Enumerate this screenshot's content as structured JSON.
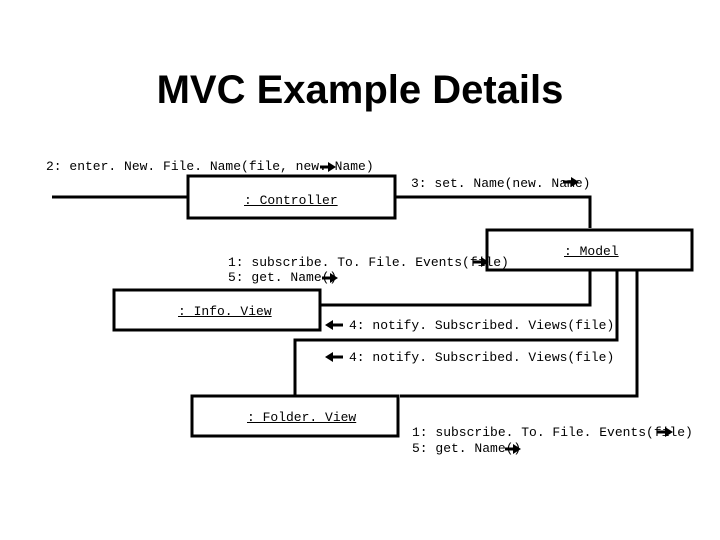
{
  "title": "MVC Example Details",
  "objects": {
    "controller": ": Controller",
    "model": ": Model",
    "info_view": ": Info. View",
    "folder_view": ": Folder. View"
  },
  "messages": {
    "enter_new_file_name": "2: enter. New. File. Name(file, new. Name)",
    "set_name": "3: set. Name(new. Name)",
    "subscribe_info_1": "1: subscribe. To. File. Events(file)",
    "subscribe_info_2": "5: get. Name()",
    "notify_info": "4: notify. Subscribed. Views(file)",
    "notify_folder": "4: notify. Subscribed. Views(file)",
    "subscribe_folder_1": "1: subscribe. To. File. Events(file)",
    "subscribe_folder_2": "5: get. Name()"
  }
}
